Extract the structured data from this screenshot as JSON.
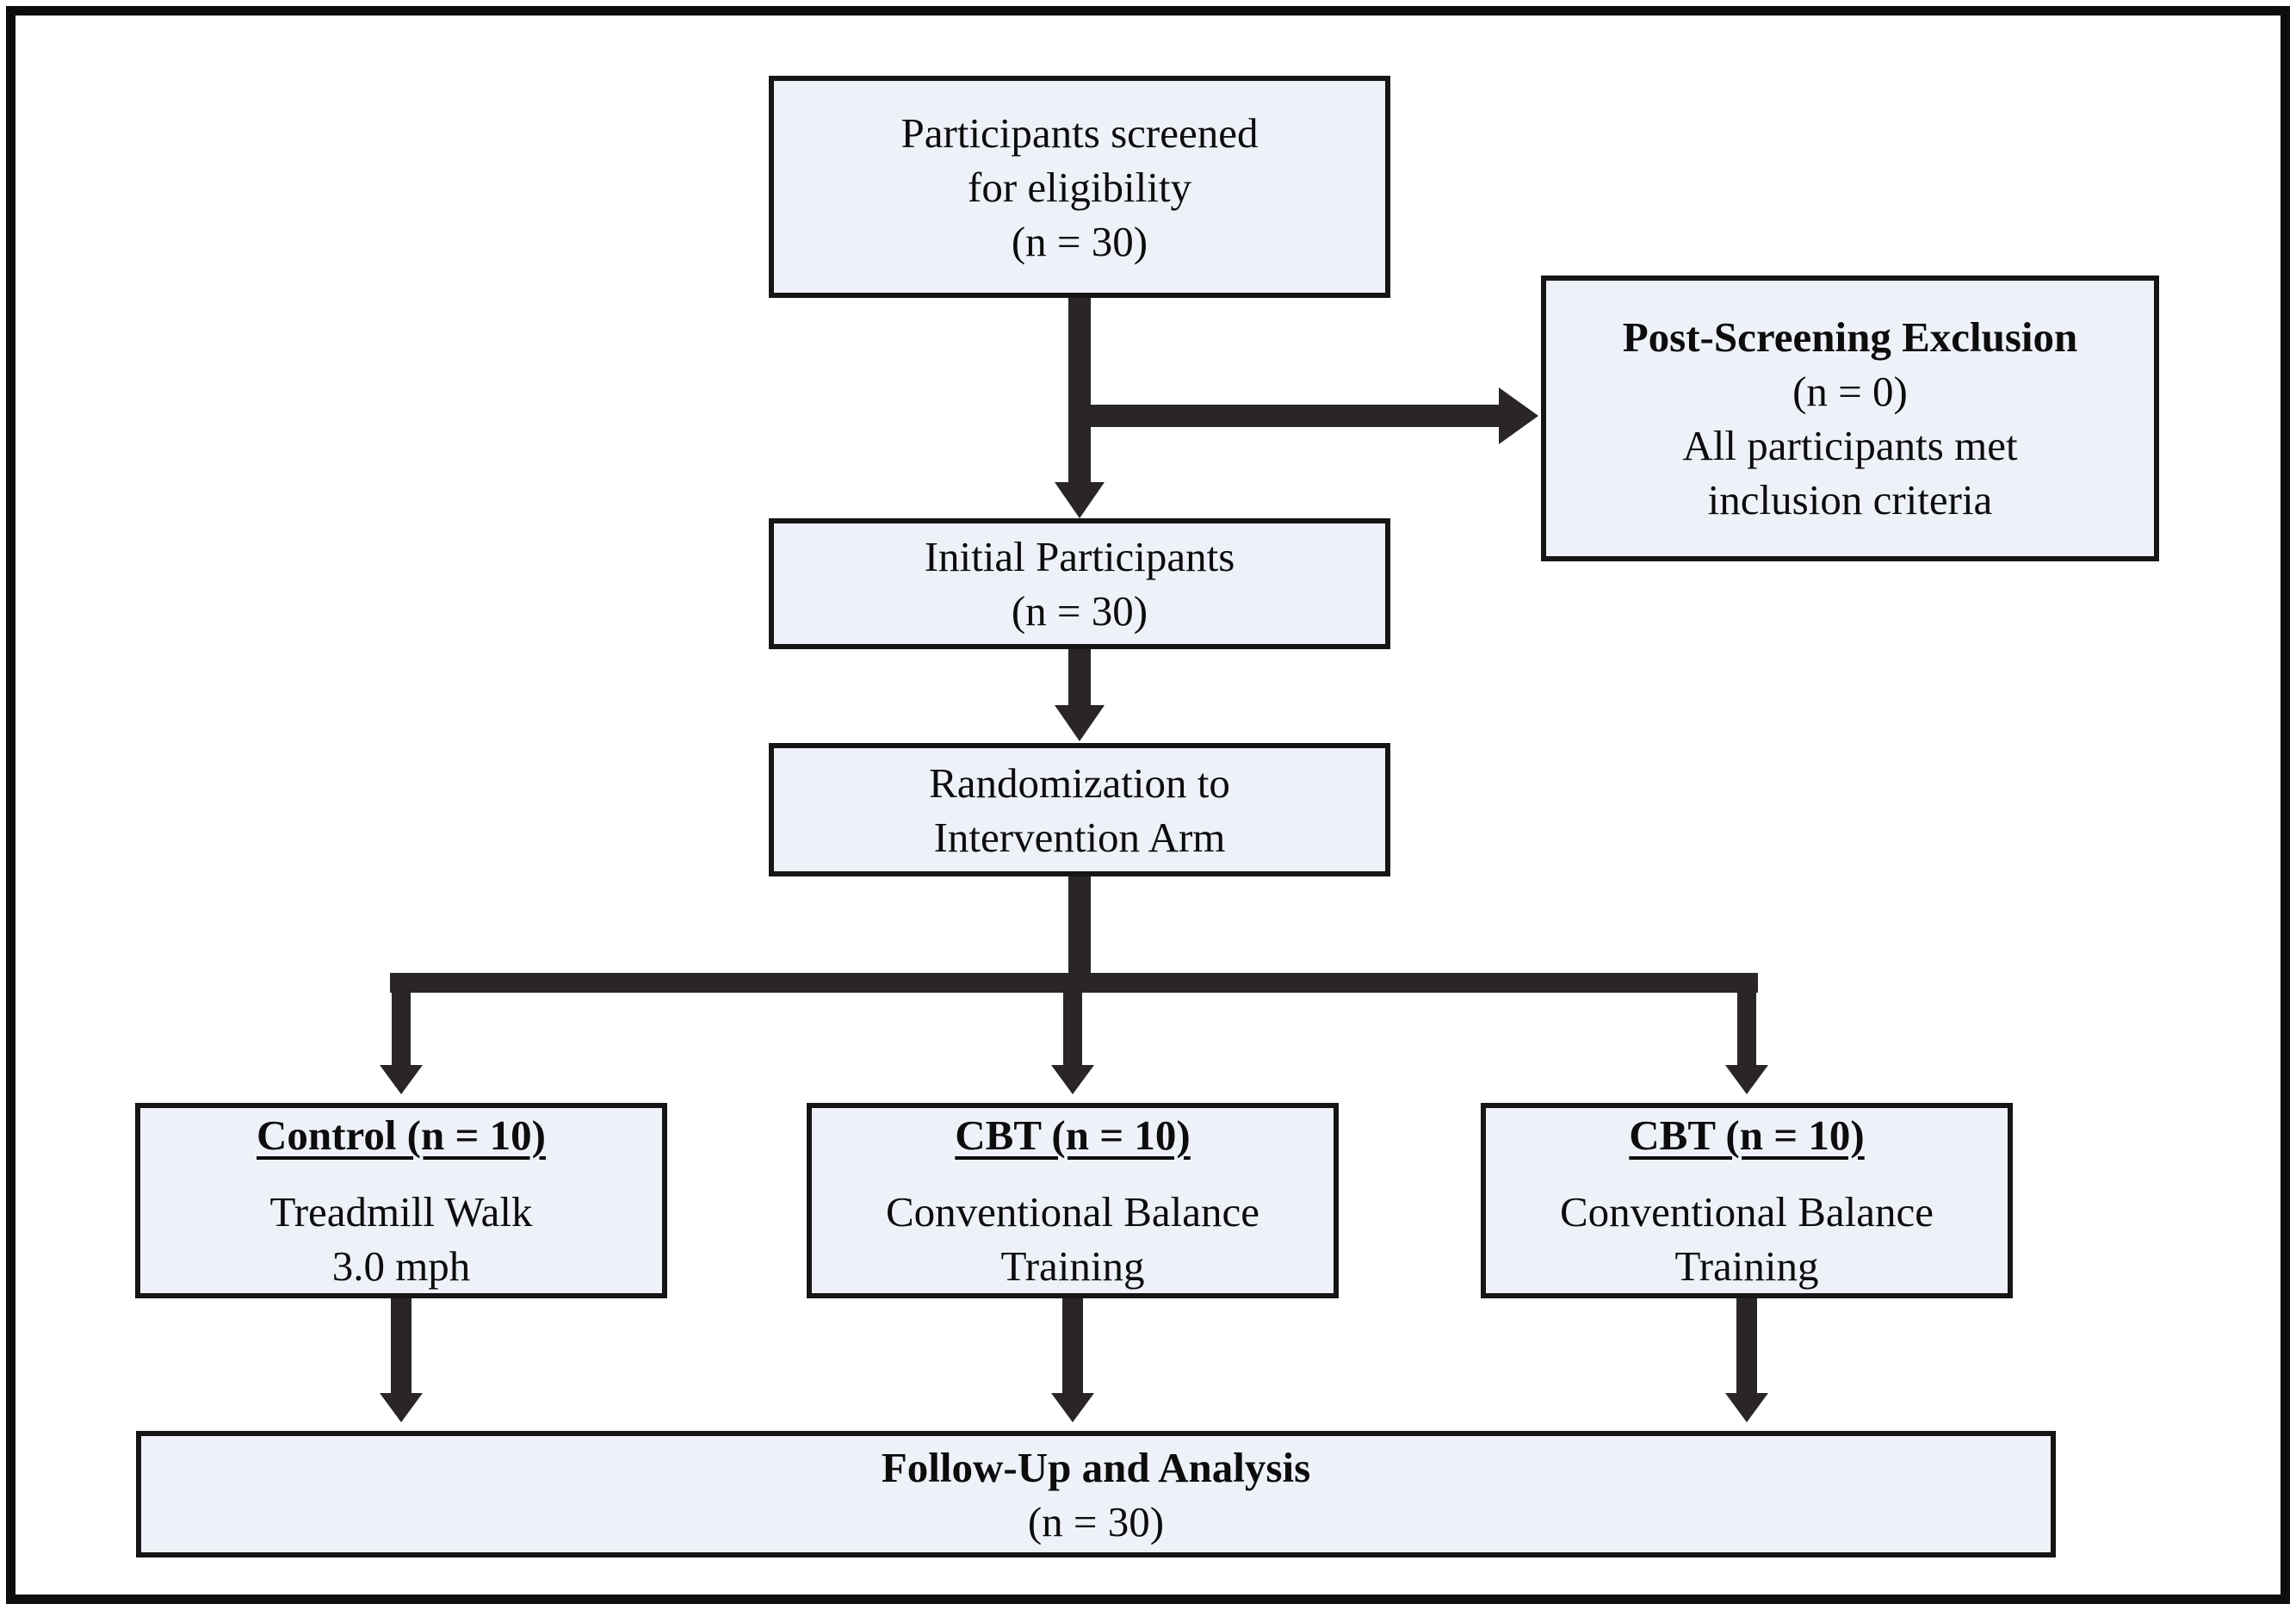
{
  "meta": {
    "figure_type": "participant-flow-diagram"
  },
  "colors": {
    "box_fill": "#eef1f8",
    "box_border": "#161616",
    "arrow": "#2a2627",
    "frame": "#0d0d0d"
  },
  "nodes": {
    "screened": {
      "lines": [
        "Participants screened",
        "for eligibility",
        "(n = 30)"
      ]
    },
    "exclusion": {
      "title": "Post-Screening Exclusion",
      "lines": [
        "(n = 0)",
        "All participants met",
        "inclusion criteria"
      ]
    },
    "initial": {
      "lines": [
        "Initial Participants",
        "(n = 30)"
      ]
    },
    "randomization": {
      "lines": [
        "Randomization to",
        "Intervention Arm"
      ]
    },
    "control": {
      "heading": "Control (n = 10)",
      "lines": [
        "Treadmill Walk",
        "3.0 mph"
      ]
    },
    "cbt_middle": {
      "heading": "CBT (n = 10)",
      "lines": [
        "Conventional Balance",
        "Training"
      ]
    },
    "cbt_right": {
      "heading": "CBT (n = 10)",
      "lines": [
        "Conventional Balance",
        "Training"
      ]
    },
    "followup": {
      "heading": "Follow-Up and Analysis",
      "lines": [
        "(n = 30)"
      ]
    }
  },
  "edges": [
    {
      "from": "screened",
      "to": "exclusion"
    },
    {
      "from": "screened",
      "to": "initial"
    },
    {
      "from": "initial",
      "to": "randomization"
    },
    {
      "from": "randomization",
      "to": "control"
    },
    {
      "from": "randomization",
      "to": "cbt_middle"
    },
    {
      "from": "randomization",
      "to": "cbt_right"
    },
    {
      "from": "control",
      "to": "followup"
    },
    {
      "from": "cbt_middle",
      "to": "followup"
    },
    {
      "from": "cbt_right",
      "to": "followup"
    }
  ]
}
